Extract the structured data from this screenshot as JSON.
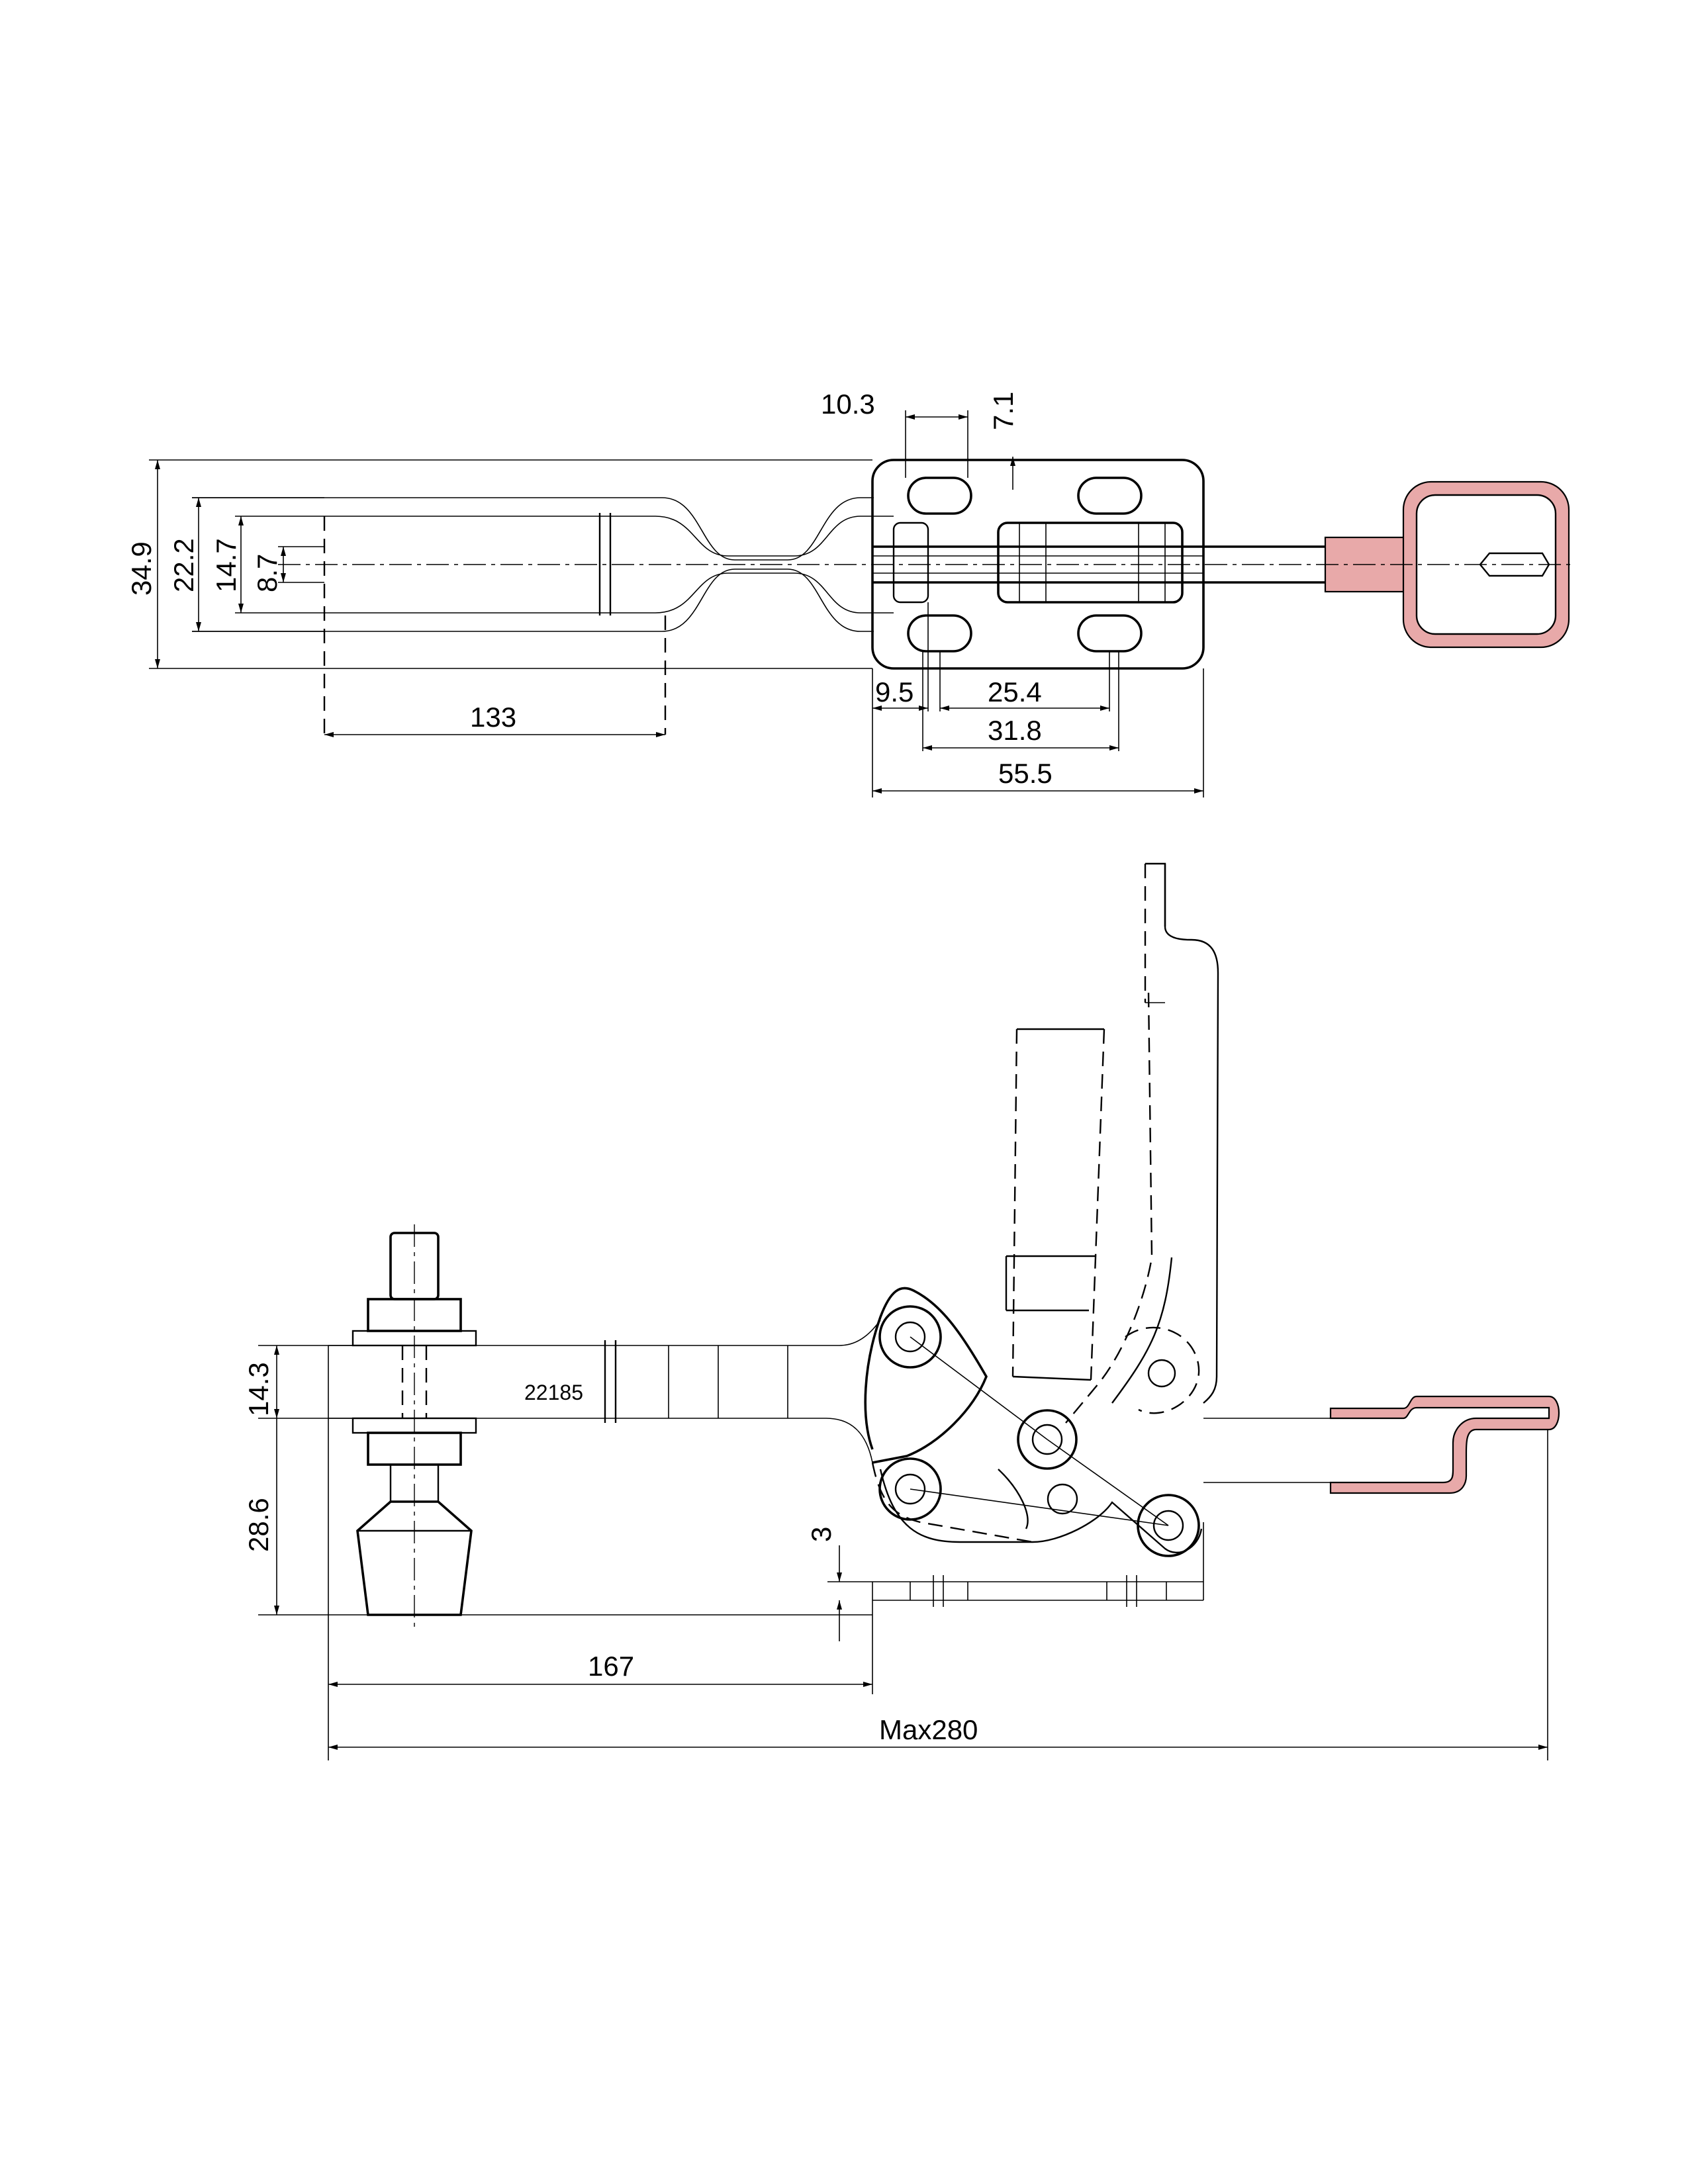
{
  "top_view": {
    "dims": {
      "d_10_3": "10.3",
      "d_7_1": "7.1",
      "d_34_9": "34.9",
      "d_22_2": "22.2",
      "d_14_7": "14.7",
      "d_8_7": "8.7",
      "d_133": "133",
      "d_9_5": "9.5",
      "d_25_4": "25.4",
      "d_31_8": "31.8",
      "d_55_5": "55.5"
    }
  },
  "side_view": {
    "dims": {
      "d_14_3": "14.3",
      "d_28_6": "28.6",
      "d_3": "3",
      "d_167": "167",
      "d_max280": "Max280"
    },
    "part_number": "22185"
  }
}
